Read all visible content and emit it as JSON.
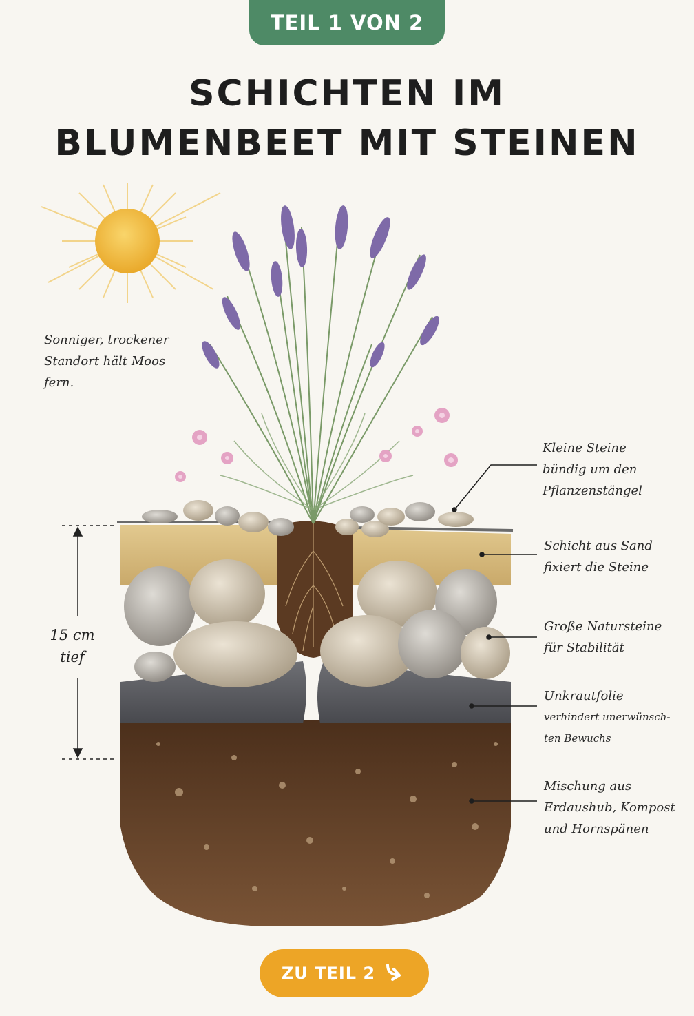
{
  "badge": {
    "label": "TEIL 1 VON 2"
  },
  "title": {
    "line1": "SCHICHTEN IM",
    "line2": "BLUMENBEET MIT STEINEN"
  },
  "sun_note": {
    "lines": [
      "Sonniger, trockener",
      "Standort hält Moos",
      "fern."
    ]
  },
  "depth_label": {
    "line1": "15 cm",
    "line2": "tief"
  },
  "annotations": [
    {
      "lines": [
        "Kleine Steine",
        "bündig um den",
        "Pflanzenstängel"
      ]
    },
    {
      "lines": [
        "Schicht aus Sand",
        "fixiert die Steine"
      ]
    },
    {
      "lines": [
        "Große Natursteine",
        "für Stabilität"
      ]
    },
    {
      "lines": [
        "Unkrautfolie",
        "verhindert unerwünsch-",
        "ten Bewuchs"
      ]
    },
    {
      "lines": [
        "Mischung aus",
        "Erdaushub, Kompost",
        "und Hornspänen"
      ]
    }
  ],
  "cta": {
    "label": "ZU TEIL 2",
    "icon": "arrow-down-right-icon"
  },
  "colors": {
    "badge": "#4e8a66",
    "cta": "#eda526",
    "sun": "#f0b73a",
    "lavender": "#7e6aa8",
    "sand": "#d9bf85",
    "stone": "#cdc3b2",
    "fleece": "#5c5d62",
    "soil": "#5a3a22"
  }
}
